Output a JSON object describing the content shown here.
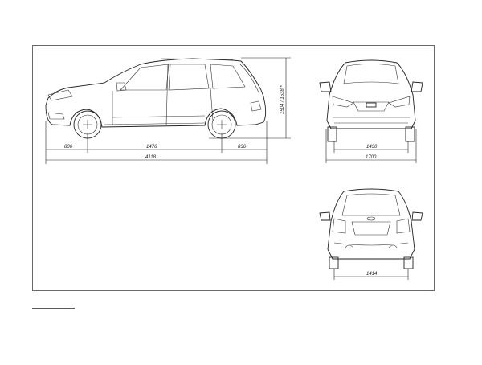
{
  "drawing": {
    "side_view": {
      "front_overhang": "806",
      "wheelbase": "1476",
      "rear_overhang": "836",
      "overall_length": "4118",
      "height": "1504 / 1538 *"
    },
    "front_view": {
      "front_track": "1430",
      "overall_width": "1700"
    },
    "rear_view": {
      "rear_track": "1414"
    }
  }
}
